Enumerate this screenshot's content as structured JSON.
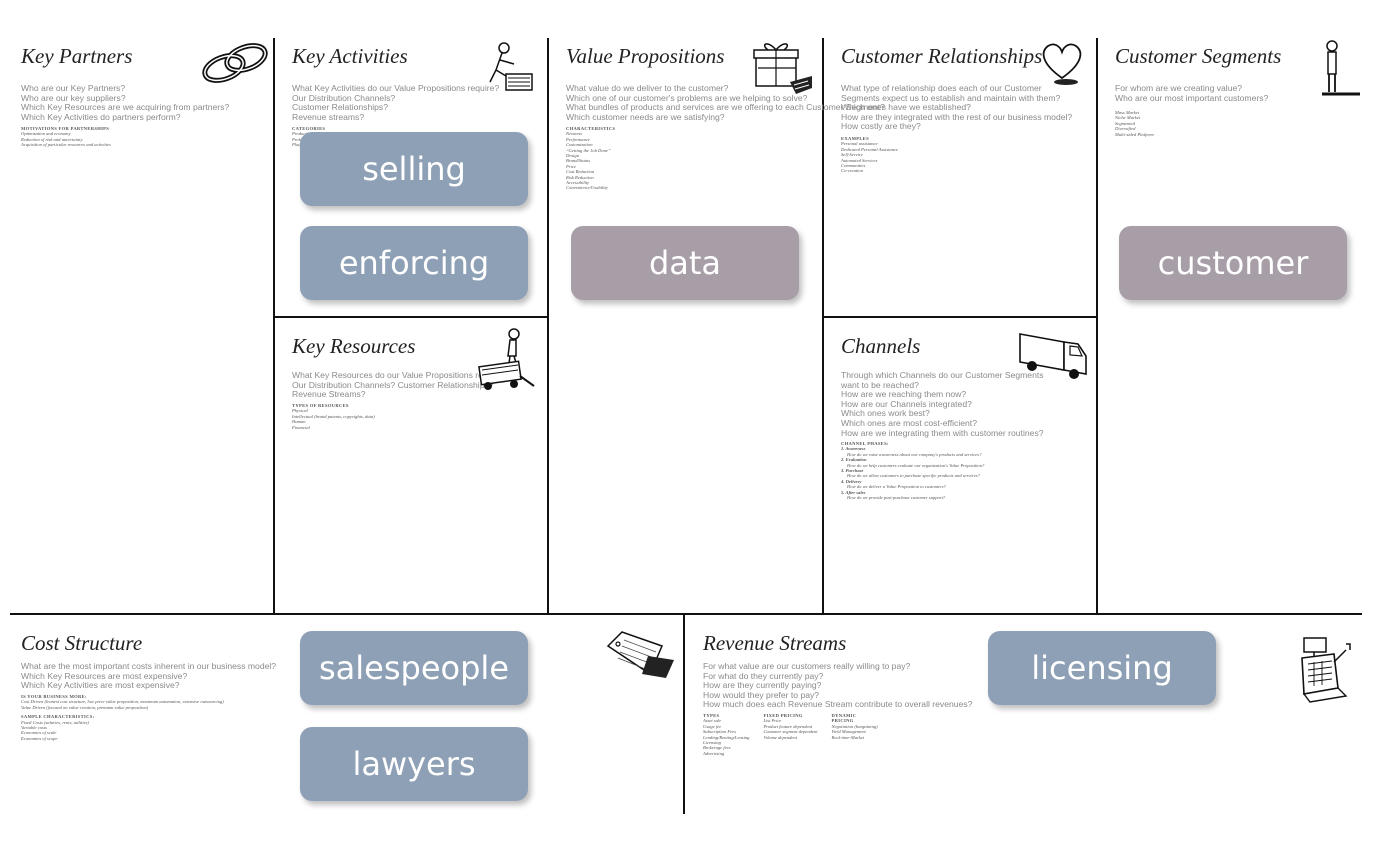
{
  "canvas": {
    "key_partners": {
      "title": "Key Partners",
      "questions": [
        "Who are our Key Partners?",
        "Who are our key suppliers?",
        "Which Key Resources are we acquiring from partners?",
        "Which Key Activities do partners perform?"
      ],
      "sub_heading": "MOTIVATIONS FOR PARTNERSHIPS",
      "sub_items": [
        "Optimization and economy",
        "Reduction of risk and uncertainty",
        "Acquisition of particular resources and activities"
      ]
    },
    "key_activities": {
      "title": "Key Activities",
      "questions": [
        "What Key Activities do our Value Propositions require?",
        "Our Distribution Channels?",
        "Customer Relationships?",
        "Revenue streams?"
      ],
      "sub_heading": "CATEGORIES",
      "sub_items": [
        "Production",
        "Problem Solving",
        "Platform/Network"
      ]
    },
    "value_propositions": {
      "title": "Value Propositions",
      "questions": [
        "What value do we deliver to the customer?",
        "Which one of our customer's problems are we helping to solve?",
        "What bundles of products and services are we offering to each Customer Segment?",
        "Which customer needs are we satisfying?"
      ],
      "sub_heading": "CHARACTERISTICS",
      "sub_items": [
        "Newness",
        "Performance",
        "Customization",
        "“Getting the Job Done”",
        "Design",
        "Brand/Status",
        "Price",
        "Cost Reduction",
        "Risk Reduction",
        "Accessibility",
        "Convenience/Usability"
      ]
    },
    "customer_relationships": {
      "title": "Customer Relationships",
      "questions": [
        "What type of relationship does each of our Customer",
        "Segments expect us to establish and maintain with them?",
        "Which ones have we established?",
        "How are they integrated with the rest of our business model?",
        "How costly are they?"
      ],
      "sub_heading": "EXAMPLES",
      "sub_items": [
        "Personal assistance",
        "Dedicated Personal Assistance",
        "Self-Service",
        "Automated Services",
        "Communities",
        "Co-creation"
      ]
    },
    "customer_segments": {
      "title": "Customer Segments",
      "questions": [
        "For whom are we creating value?",
        "Who are our most important customers?"
      ],
      "sub_items": [
        "Mass Market",
        "Niche Market",
        "Segmented",
        "Diversified",
        "Multi-sided Platform"
      ]
    },
    "key_resources": {
      "title": "Key Resources",
      "questions": [
        "What Key Resources do our Value Propositions require?",
        "Our Distribution Channels? Customer Relationships?",
        "Revenue Streams?"
      ],
      "sub_heading": "TYPES OF RESOURCES",
      "sub_items": [
        "Physical",
        "Intellectual (brand patents, copyrights, data)",
        "Human",
        "Financial"
      ]
    },
    "channels": {
      "title": "Channels",
      "questions": [
        "Through which Channels do our Customer Segments",
        "want to be reached?",
        "How are we reaching them now?",
        "How are our Channels integrated?",
        "Which ones work best?",
        "Which ones are most cost-efficient?",
        "How are we integrating them with customer routines?"
      ],
      "sub_heading": "CHANNEL PHASES:",
      "phases": [
        {
          "name": "1. Awareness",
          "desc": "How do we raise awareness about our company's products and services?"
        },
        {
          "name": "2. Evaluation",
          "desc": "How do we help customers evaluate our organization's Value Proposition?"
        },
        {
          "name": "3. Purchase",
          "desc": "How do we allow customers to purchase specific products and services?"
        },
        {
          "name": "4. Delivery",
          "desc": "How do we deliver a Value Proposition to customers?"
        },
        {
          "name": "5. After sales",
          "desc": "How do we provide post-purchase customer support?"
        }
      ]
    },
    "cost_structure": {
      "title": "Cost Structure",
      "questions": [
        "What are the most important costs inherent in our business model?",
        "Which Key Resources are most expensive?",
        "Which Key Activities are most expensive?"
      ],
      "sub_heading": "IS YOUR BUSINESS MORE:",
      "sub_items": [
        "Cost Driven (leanest cost structure, low price value proposition, maximum automation, extensive outsourcing)",
        "Value Driven (focused on value creation, premium value proposition)"
      ],
      "sub_heading2": "SAMPLE CHARACTERISTICS:",
      "sub_items2": [
        "Fixed Costs (salaries, rents, utilities)",
        "Variable costs",
        "Economies of scale",
        "Economies of scope"
      ]
    },
    "revenue_streams": {
      "title": "Revenue Streams",
      "questions": [
        "For what value are our customers really willing to pay?",
        "For what do they currently pay?",
        "How are they currently paying?",
        "How would they prefer to pay?",
        "How much does each Revenue Stream contribute to overall revenues?"
      ],
      "columns": [
        {
          "heading": "TYPES",
          "items": [
            "Asset sale",
            "Usage fee",
            "Subscription Fees",
            "Lending/Renting/Leasing",
            "Licensing",
            "Brokerage fees",
            "Advertising"
          ]
        },
        {
          "heading": "FIXED PRICING",
          "items": [
            "List Price",
            "Product feature dependent",
            "Customer segment dependent",
            "Volume dependent"
          ]
        },
        {
          "heading": "DYNAMIC PRICING",
          "items": [
            "Negotiation (bargaining)",
            "Yield Management",
            "Real-time-Market"
          ]
        }
      ]
    }
  },
  "stickies": {
    "selling": "selling",
    "enforcing": "enforcing",
    "data": "data",
    "customer": "customer",
    "salespeople": "salespeople",
    "lawyers": "lawyers",
    "licensing": "licensing"
  },
  "colors": {
    "sticky_blue": "#8ea0b6",
    "sticky_mauve": "#a89ea8",
    "grid_line": "#111111"
  },
  "icons": [
    "chain-links-icon",
    "worker-icon",
    "gift-box-icon",
    "heart-icon",
    "person-standing-icon",
    "worker-with-cart-icon",
    "delivery-truck-icon",
    "price-tag-icon",
    "cash-register-icon"
  ]
}
